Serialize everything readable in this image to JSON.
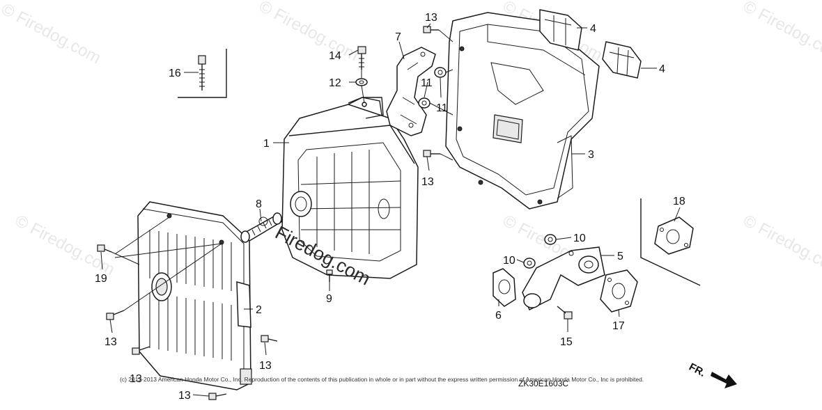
{
  "diagram": {
    "callouts": {
      "p1": "1",
      "p2": "2",
      "p3": "3",
      "p4a": "4",
      "p4b": "4",
      "p5": "5",
      "p6": "6",
      "p7": "7",
      "p8": "8",
      "p9": "9",
      "p10a": "10",
      "p10b": "10",
      "p11a": "11",
      "p11b": "11",
      "p12": "12",
      "p13a": "13",
      "p13b": "13",
      "p13c": "13",
      "p13d": "13",
      "p13e": "13",
      "p13f": "13",
      "p14": "14",
      "p15": "15",
      "p16": "16",
      "p17": "17",
      "p18": "18",
      "p19": "19"
    },
    "watermark": "© Firedog.com",
    "watermark_main": "Firedog.com",
    "copyright": "(c) 2012-2013 American Honda Motor Co., Inc. Reproduction of the contents of this publication in whole or in part without the express written permission of American Honda Motor Co., Inc is prohibited.",
    "diagram_code": "ZK30E1603C",
    "front_indicator": "FR."
  }
}
